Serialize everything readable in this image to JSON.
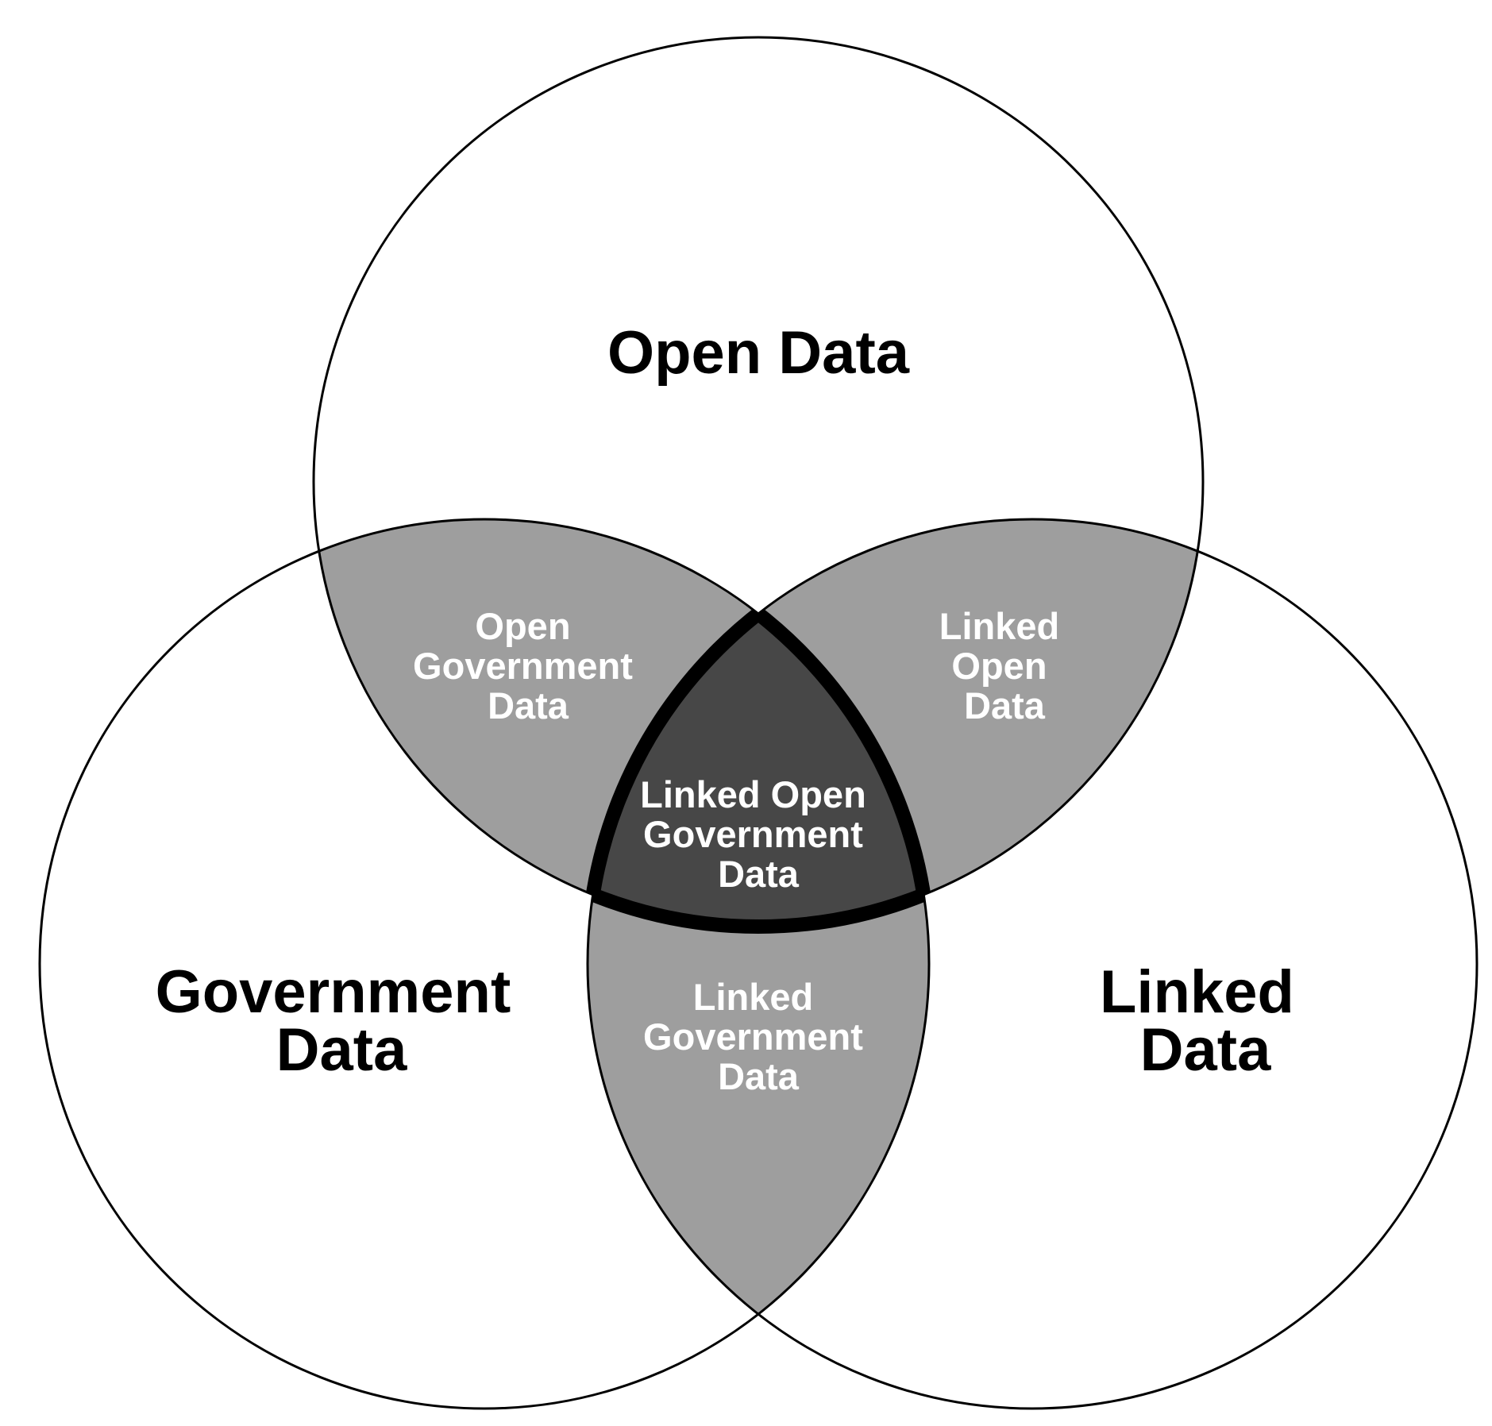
{
  "sets": {
    "open": {
      "label_lines": [
        "Open Data"
      ]
    },
    "government": {
      "label_lines": [
        "Government",
        "Data"
      ]
    },
    "linked": {
      "label_lines": [
        "Linked",
        "Data"
      ]
    }
  },
  "intersections": {
    "open_government": {
      "label_lines": [
        "Open",
        "Government",
        "Data"
      ]
    },
    "linked_open": {
      "label_lines": [
        "Linked",
        "Open",
        "Data"
      ]
    },
    "linked_government": {
      "label_lines": [
        "Linked",
        "Government",
        "Data"
      ]
    },
    "all_three": {
      "label_lines": [
        "Linked Open",
        "Government",
        "Data"
      ]
    }
  },
  "colors": {
    "background": "#ffffff",
    "outline": "#000000",
    "pairwise_overlap": "#9e9e9e",
    "triple_overlap": "#474747",
    "set_label": "#000000",
    "overlap_label": "#ffffff"
  }
}
